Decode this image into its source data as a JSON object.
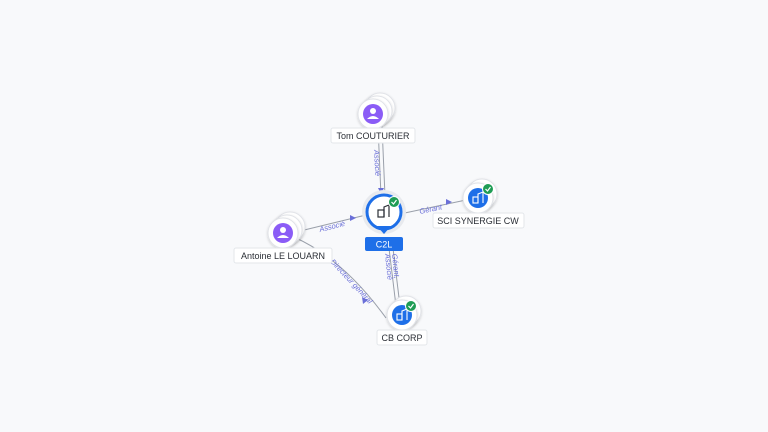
{
  "colors": {
    "person": "#8b5cf6",
    "company": "#1e6fe8",
    "check": "#1f9d55",
    "edge_label": "#6a6fd8"
  },
  "nodes": {
    "tom": {
      "label": "Tom COUTURIER",
      "type": "person",
      "icon": "user-icon"
    },
    "antoine": {
      "label": "Antoine LE LOUARN",
      "type": "person",
      "icon": "user-icon"
    },
    "c2l": {
      "label": "C2L",
      "type": "company",
      "icon": "building-icon",
      "verified": true,
      "main": true
    },
    "sci": {
      "label": "SCI SYNERGIE CW",
      "type": "company",
      "icon": "building-icon",
      "verified": true
    },
    "cb": {
      "label": "CB CORP",
      "type": "company",
      "icon": "building-icon",
      "verified": true
    }
  },
  "edges": {
    "tom_c2l": {
      "label": "Associé"
    },
    "antoine_c2l": {
      "label": "Associé"
    },
    "c2l_sci": {
      "label": "Gérant"
    },
    "c2l_cb_1": {
      "label": "Gérant,"
    },
    "c2l_cb_2": {
      "label": "Associé"
    },
    "antoine_cb": {
      "label": "Directeur général"
    }
  }
}
